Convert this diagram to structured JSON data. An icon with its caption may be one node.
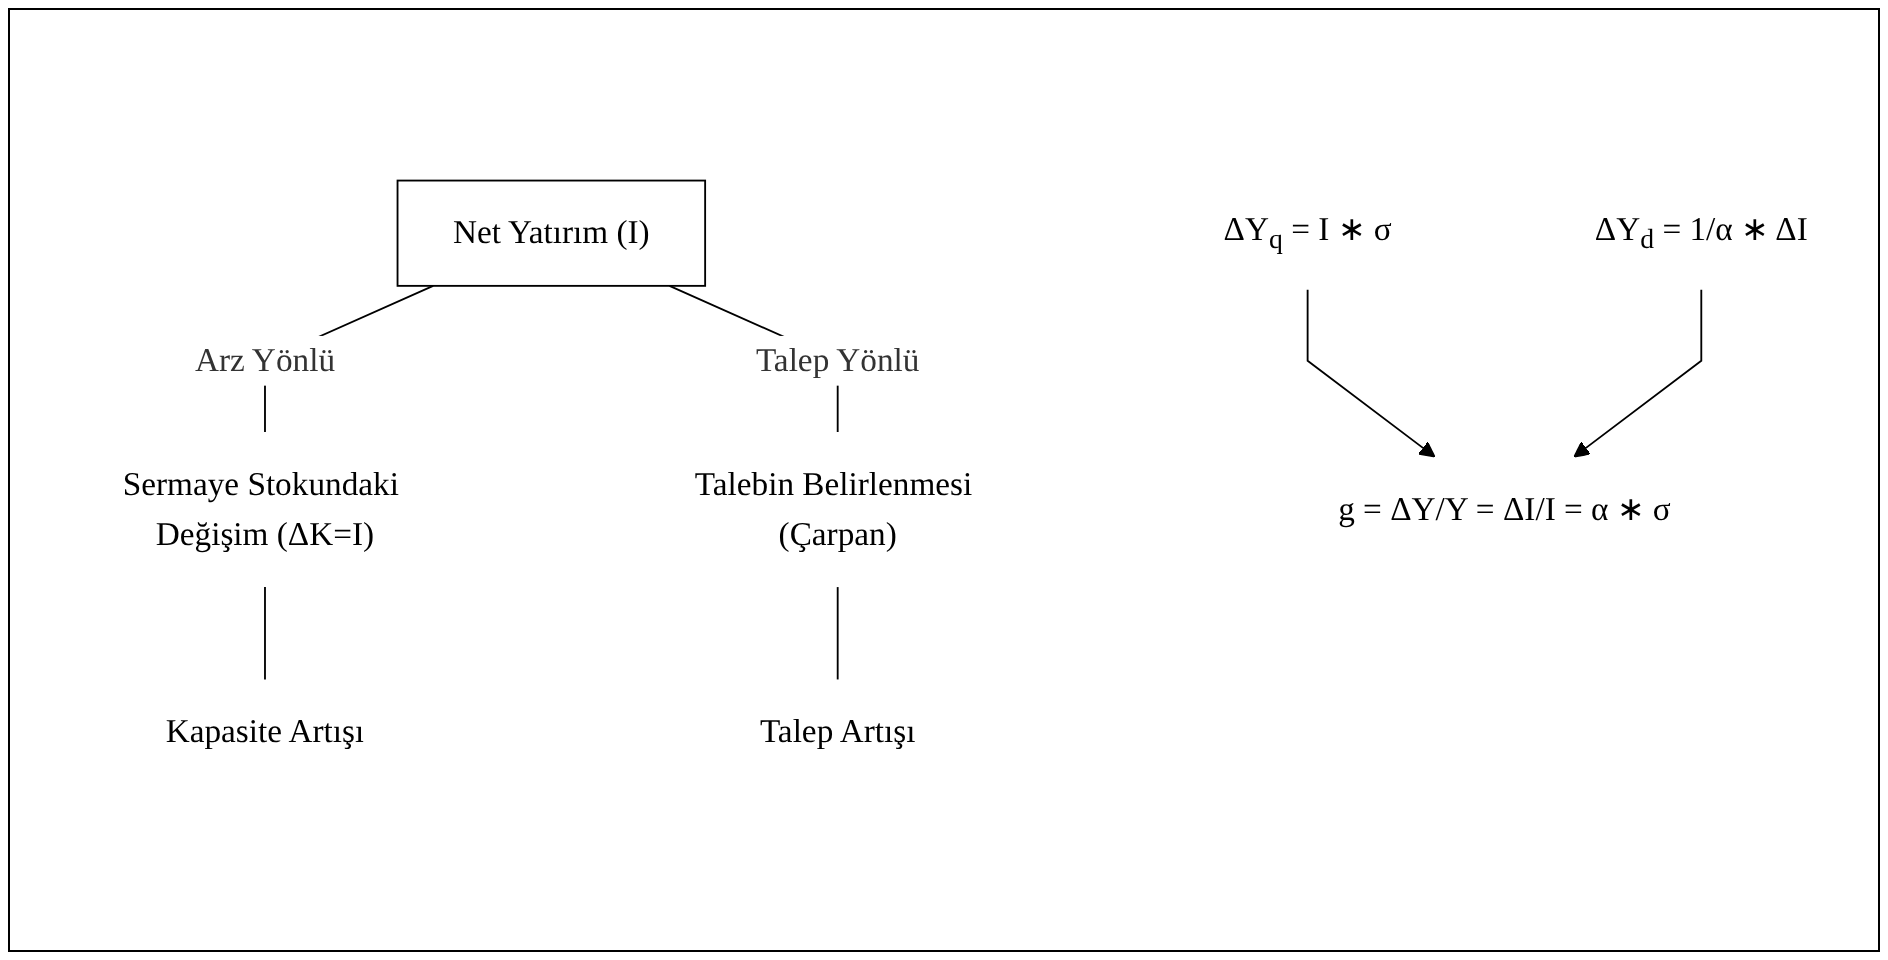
{
  "diagram": {
    "nodes": [
      {
        "text": [
          "Net Yatırım (I)"
        ]
      },
      {
        "text": [
          "Sermaye Stokundaki Değişim (ΔK=I)"
        ]
      },
      {
        "text": [
          "Kapasite Artışı"
        ]
      },
      {
        "text": [
          "ΔY$_{q}$ = I ∗ σ"
        ]
      },
      {
        "text": [
          "Talebin Belirlenmesi (Çarpan)"
        ]
      },
      {
        "text": [
          "Talep Artışı"
        ]
      },
      {
        "text": [
          "ΔY$_{d}$ = 1/α ∗ ΔI"
        ]
      },
      {
        "text": [
          "g = ΔY/Y = ΔI/I = α ∗ σ"
        ]
      }
    ],
    "edges": [
      {
        "from": 0,
        "to": 1,
        "arrow": "none",
        "label": "Arz Yönlü"
      },
      {
        "from": 0,
        "to": 4,
        "arrow": "none",
        "label": "Talep Yönlü"
      },
      {
        "from": 1,
        "to": 2,
        "arrow": "none"
      },
      {
        "from": 4,
        "to": 5,
        "arrow": "none"
      },
      {
        "from": 3,
        "to": 7,
        "arrow": "to"
      },
      {
        "from": 6,
        "to": 7,
        "arrow": "to"
      }
    ]
  }
}
